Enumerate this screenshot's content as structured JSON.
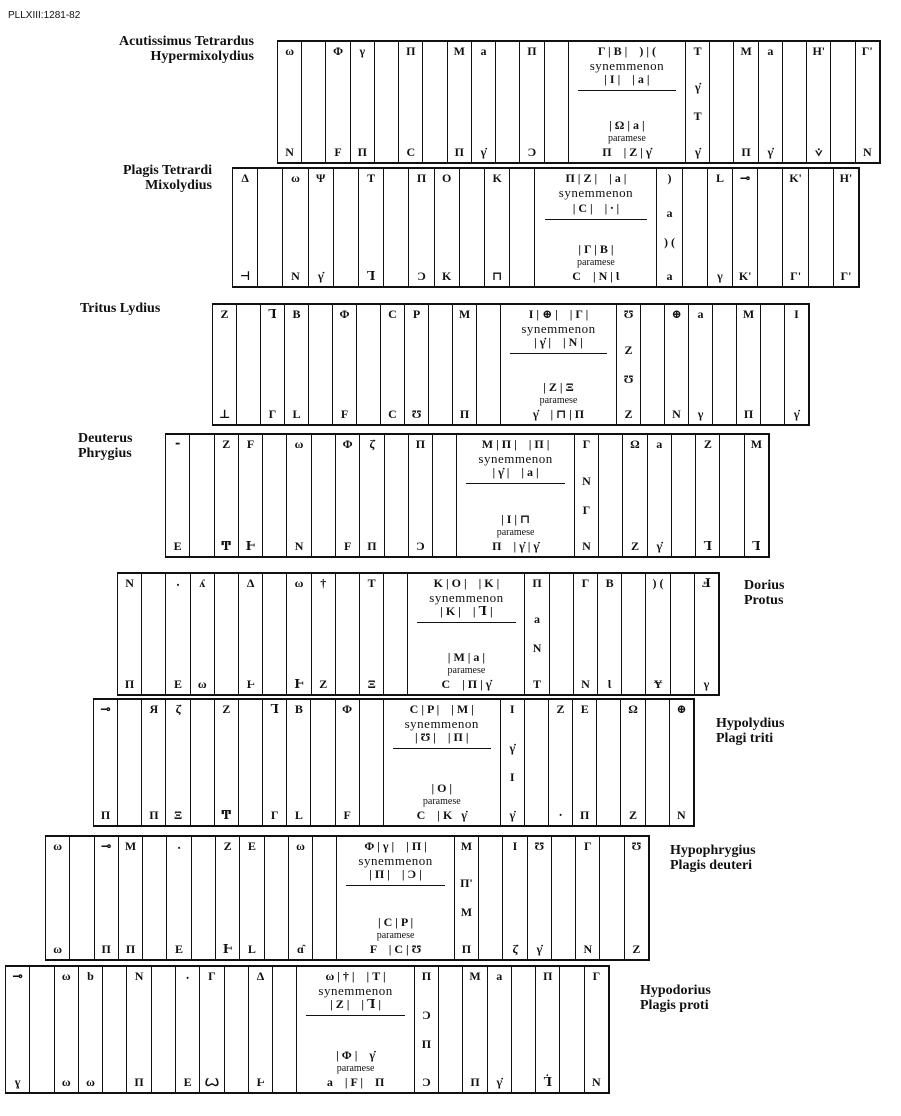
{
  "reference": "PLLXIII:1281-82",
  "labels": {
    "syn": "synemmenon",
    "par": "paramese"
  },
  "rows": [
    {
      "name": [
        "Acutissimus Tetrardus",
        "Hypermixolydius"
      ],
      "pre": [
        [
          "ω",
          "N"
        ],
        [
          "",
          ""
        ],
        [
          "Φ",
          "F"
        ],
        [
          "γ",
          "Π"
        ],
        [
          "",
          ""
        ],
        [
          "Π",
          "C"
        ],
        [
          "",
          ""
        ],
        [
          "M",
          "Π"
        ],
        [
          "a",
          "γ̇"
        ],
        [
          "",
          ""
        ],
        [
          "Π",
          "Ͻ"
        ],
        [
          "",
          ""
        ]
      ],
      "syn": {
        "top": "Γ | B |    ) | (",
        "mid": "| I |    | a |",
        "ptop": "| Ω | a |",
        "pbot": "Π    | Z | γ̇"
      },
      "post": [
        [
          "T",
          "γ̇",
          [
            "γ̇",
            "T"
          ]
        ],
        [
          "",
          ""
        ],
        [
          "M",
          "Π"
        ],
        [
          "a",
          "γ̇"
        ],
        [
          "",
          ""
        ],
        [
          "H'",
          "⩒"
        ],
        [
          "",
          ""
        ],
        [
          "Γ'",
          "N"
        ]
      ]
    },
    {
      "name": [
        "Plagis Tetrardi",
        "Mixolydius"
      ],
      "pre": [
        [
          "Δ",
          "⊣"
        ],
        [
          "",
          ""
        ],
        [
          "ω",
          "N"
        ],
        [
          "Ψ",
          "γ̇"
        ],
        [
          "",
          ""
        ],
        [
          "T",
          "Ꞁ"
        ],
        [
          "",
          ""
        ],
        [
          "Π",
          "Ͻ"
        ],
        [
          "O",
          "K"
        ],
        [
          "",
          ""
        ],
        [
          "K",
          "⊓"
        ],
        [
          "",
          ""
        ]
      ],
      "syn": {
        "top": "Π | Z |    | a |",
        "mid": "| C |    | ⸱ |",
        "ptop": "| Γ | B |",
        "pbot": "C    | N | Ɩ"
      },
      "post": [
        [
          ")",
          "a",
          [
            "a",
            ") ("
          ]
        ],
        [
          "",
          ""
        ],
        [
          "L",
          "γ"
        ],
        [
          "⊸",
          "K'"
        ],
        [
          "",
          ""
        ],
        [
          "K'",
          "Γ'"
        ],
        [
          "",
          ""
        ],
        [
          "H'",
          "Γ'"
        ]
      ]
    },
    {
      "name": [
        "Tritus Lydius"
      ],
      "pre": [
        [
          "Z",
          "⊥"
        ],
        [
          "",
          ""
        ],
        [
          "Ꞁ",
          "Γ"
        ],
        [
          "B",
          "L"
        ],
        [
          "",
          ""
        ],
        [
          "Φ",
          "F"
        ],
        [
          "",
          ""
        ],
        [
          "C",
          "C"
        ],
        [
          "P",
          "Ʊ"
        ],
        [
          "",
          ""
        ],
        [
          "M",
          "Π"
        ],
        [
          "",
          ""
        ]
      ],
      "syn": {
        "top": "Ι | ⊕ |    | Γ |",
        "mid": "| γ̇ |    | N |",
        "ptop": "| Z | Ξ",
        "pbot": "γ̇    | ⊓ | Π"
      },
      "post": [
        [
          "Ʊ",
          "Z",
          [
            "Z",
            "Ʊ"
          ]
        ],
        [
          "",
          ""
        ],
        [
          "⊕",
          "N"
        ],
        [
          "a",
          "γ"
        ],
        [
          "",
          ""
        ],
        [
          "M",
          "Π"
        ],
        [
          "",
          ""
        ],
        [
          "Ι",
          "γ̇"
        ]
      ]
    },
    {
      "name": [
        "Deuterus",
        "Phrygius"
      ],
      "pre": [
        [
          "⁃",
          "E"
        ],
        [
          "",
          ""
        ],
        [
          "Z",
          "Ͳ"
        ],
        [
          "F",
          "Ͱ"
        ],
        [
          "",
          ""
        ],
        [
          "ω",
          "N"
        ],
        [
          "",
          ""
        ],
        [
          "Φ",
          "F"
        ],
        [
          "ζ̇",
          "Π"
        ],
        [
          "",
          ""
        ],
        [
          "Π",
          "Ͻ"
        ],
        [
          "",
          ""
        ]
      ],
      "syn": {
        "top": "M | Π |    | Π |",
        "mid": "| γ̇ |    | a |",
        "ptop": "| Ι | ⊓",
        "pbot": "Π    | γ̇ | γ̇"
      },
      "post": [
        [
          "Γ",
          "N",
          [
            "N",
            "Γ"
          ]
        ],
        [
          "",
          ""
        ],
        [
          "Ω",
          "Z"
        ],
        [
          "a",
          "γ̇"
        ],
        [
          "",
          ""
        ],
        [
          "Z",
          "Ꞁ"
        ],
        [
          "",
          ""
        ],
        [
          "M",
          "Ꞁ"
        ]
      ]
    },
    {
      "name": [
        "Dorius",
        "Protus"
      ],
      "pre": [
        [
          "N",
          "Π"
        ],
        [
          "",
          ""
        ],
        [
          "⸱",
          "E"
        ],
        [
          "ʎ",
          "ω"
        ],
        [
          "",
          ""
        ],
        [
          "Δ",
          "Ⱶ"
        ],
        [
          "",
          ""
        ],
        [
          "ω",
          "Ͱ"
        ],
        [
          "†",
          "Z"
        ],
        [
          "",
          ""
        ],
        [
          "T",
          "Ξ"
        ],
        [
          "",
          ""
        ]
      ],
      "syn": {
        "top": "K | O |    | K |",
        "mid": "| K |    | Ꞁ |",
        "ptop": "| M | a |",
        "pbot": "C    | Π | γ̇"
      },
      "post": [
        [
          "Π",
          "T",
          [
            "a",
            "N"
          ]
        ],
        [
          "",
          ""
        ],
        [
          "Γ",
          "N"
        ],
        [
          "B",
          "Ɩ"
        ],
        [
          "",
          ""
        ],
        [
          ") (",
          "Ɏ"
        ],
        [
          "",
          ""
        ],
        [
          "Ⅎ",
          "γ"
        ]
      ]
    },
    {
      "name": [
        "Hypolydius",
        "Plagi triti"
      ],
      "pre": [
        [
          "⊸",
          "Π"
        ],
        [
          "",
          ""
        ],
        [
          "Я",
          "Π"
        ],
        [
          "ζ̇",
          "Ξ"
        ],
        [
          "",
          ""
        ],
        [
          "Z",
          "Ͳ"
        ],
        [
          "",
          ""
        ],
        [
          "Ꞁ",
          "Γ"
        ],
        [
          "B",
          "L"
        ],
        [
          "",
          ""
        ],
        [
          "Φ",
          "F"
        ],
        [
          "",
          ""
        ]
      ],
      "syn": {
        "top": "C | P |    | M |",
        "mid": "| Ʊ |    | Π |",
        "ptop": "| O |",
        "pbot": "C    | K   γ̇"
      },
      "post": [
        [
          "Ι",
          "γ̇",
          [
            "γ̇",
            "Ι"
          ]
        ],
        [
          "",
          ""
        ],
        [
          "Z",
          "⸱"
        ],
        [
          "E",
          "Π"
        ],
        [
          "",
          ""
        ],
        [
          "Ω",
          "Z"
        ],
        [
          "",
          ""
        ],
        [
          "⊕",
          "N"
        ]
      ]
    },
    {
      "name": [
        "Hypophrygius",
        "Plagis deuteri"
      ],
      "pre": [
        [
          "ω",
          "ω"
        ],
        [
          "",
          ""
        ],
        [
          "⊸",
          "Π"
        ],
        [
          "M",
          "Π"
        ],
        [
          "",
          ""
        ],
        [
          "⸱",
          "E"
        ],
        [
          "",
          ""
        ],
        [
          "Z",
          "Ͱ"
        ],
        [
          "E",
          "L"
        ],
        [
          "",
          ""
        ],
        [
          "ω",
          "ɑ̂"
        ],
        [
          "",
          ""
        ]
      ],
      "syn": {
        "top": "Φ | γ |    | Π |",
        "mid": "| Π |    | Ͻ |",
        "ptop": "| C | P |",
        "pbot": "F    | C | Ʊ"
      },
      "post": [
        [
          "M",
          "Π",
          [
            "Π'",
            "M"
          ]
        ],
        [
          "",
          ""
        ],
        [
          "Ι",
          "ζ̇"
        ],
        [
          "Ʊ",
          "γ̇"
        ],
        [
          "",
          ""
        ],
        [
          "Γ",
          "N"
        ],
        [
          "",
          ""
        ],
        [
          "Ʊ",
          "Z"
        ]
      ]
    },
    {
      "name": [
        "Hypodorius",
        "Plagis proti"
      ],
      "pre": [
        [
          "⊸",
          "ɣ"
        ],
        [
          "",
          ""
        ],
        [
          "ω",
          "ω"
        ],
        [
          "b",
          "ω"
        ],
        [
          "",
          ""
        ],
        [
          "N",
          "Π"
        ],
        [
          "",
          ""
        ],
        [
          "⸱",
          "E"
        ],
        [
          "Γ",
          "Ꙍ"
        ],
        [
          "",
          ""
        ],
        [
          "Δ",
          "Ⱶ"
        ],
        [
          "",
          ""
        ]
      ],
      "syn": {
        "top": "ω | † |    | T |",
        "mid": "| Z |    | Ꞁ |",
        "ptop": "| Φ |    γ̇",
        "pbot": "a    | F |    Π"
      },
      "post": [
        [
          "Π",
          "Ͻ",
          [
            "Ͻ",
            "Π"
          ]
        ],
        [
          "",
          ""
        ],
        [
          "M",
          "Π"
        ],
        [
          "a",
          "γ̇"
        ],
        [
          "",
          ""
        ],
        [
          "Π",
          "Ꞁ̇"
        ],
        [
          "",
          ""
        ],
        [
          "Γ",
          "N"
        ]
      ]
    }
  ]
}
